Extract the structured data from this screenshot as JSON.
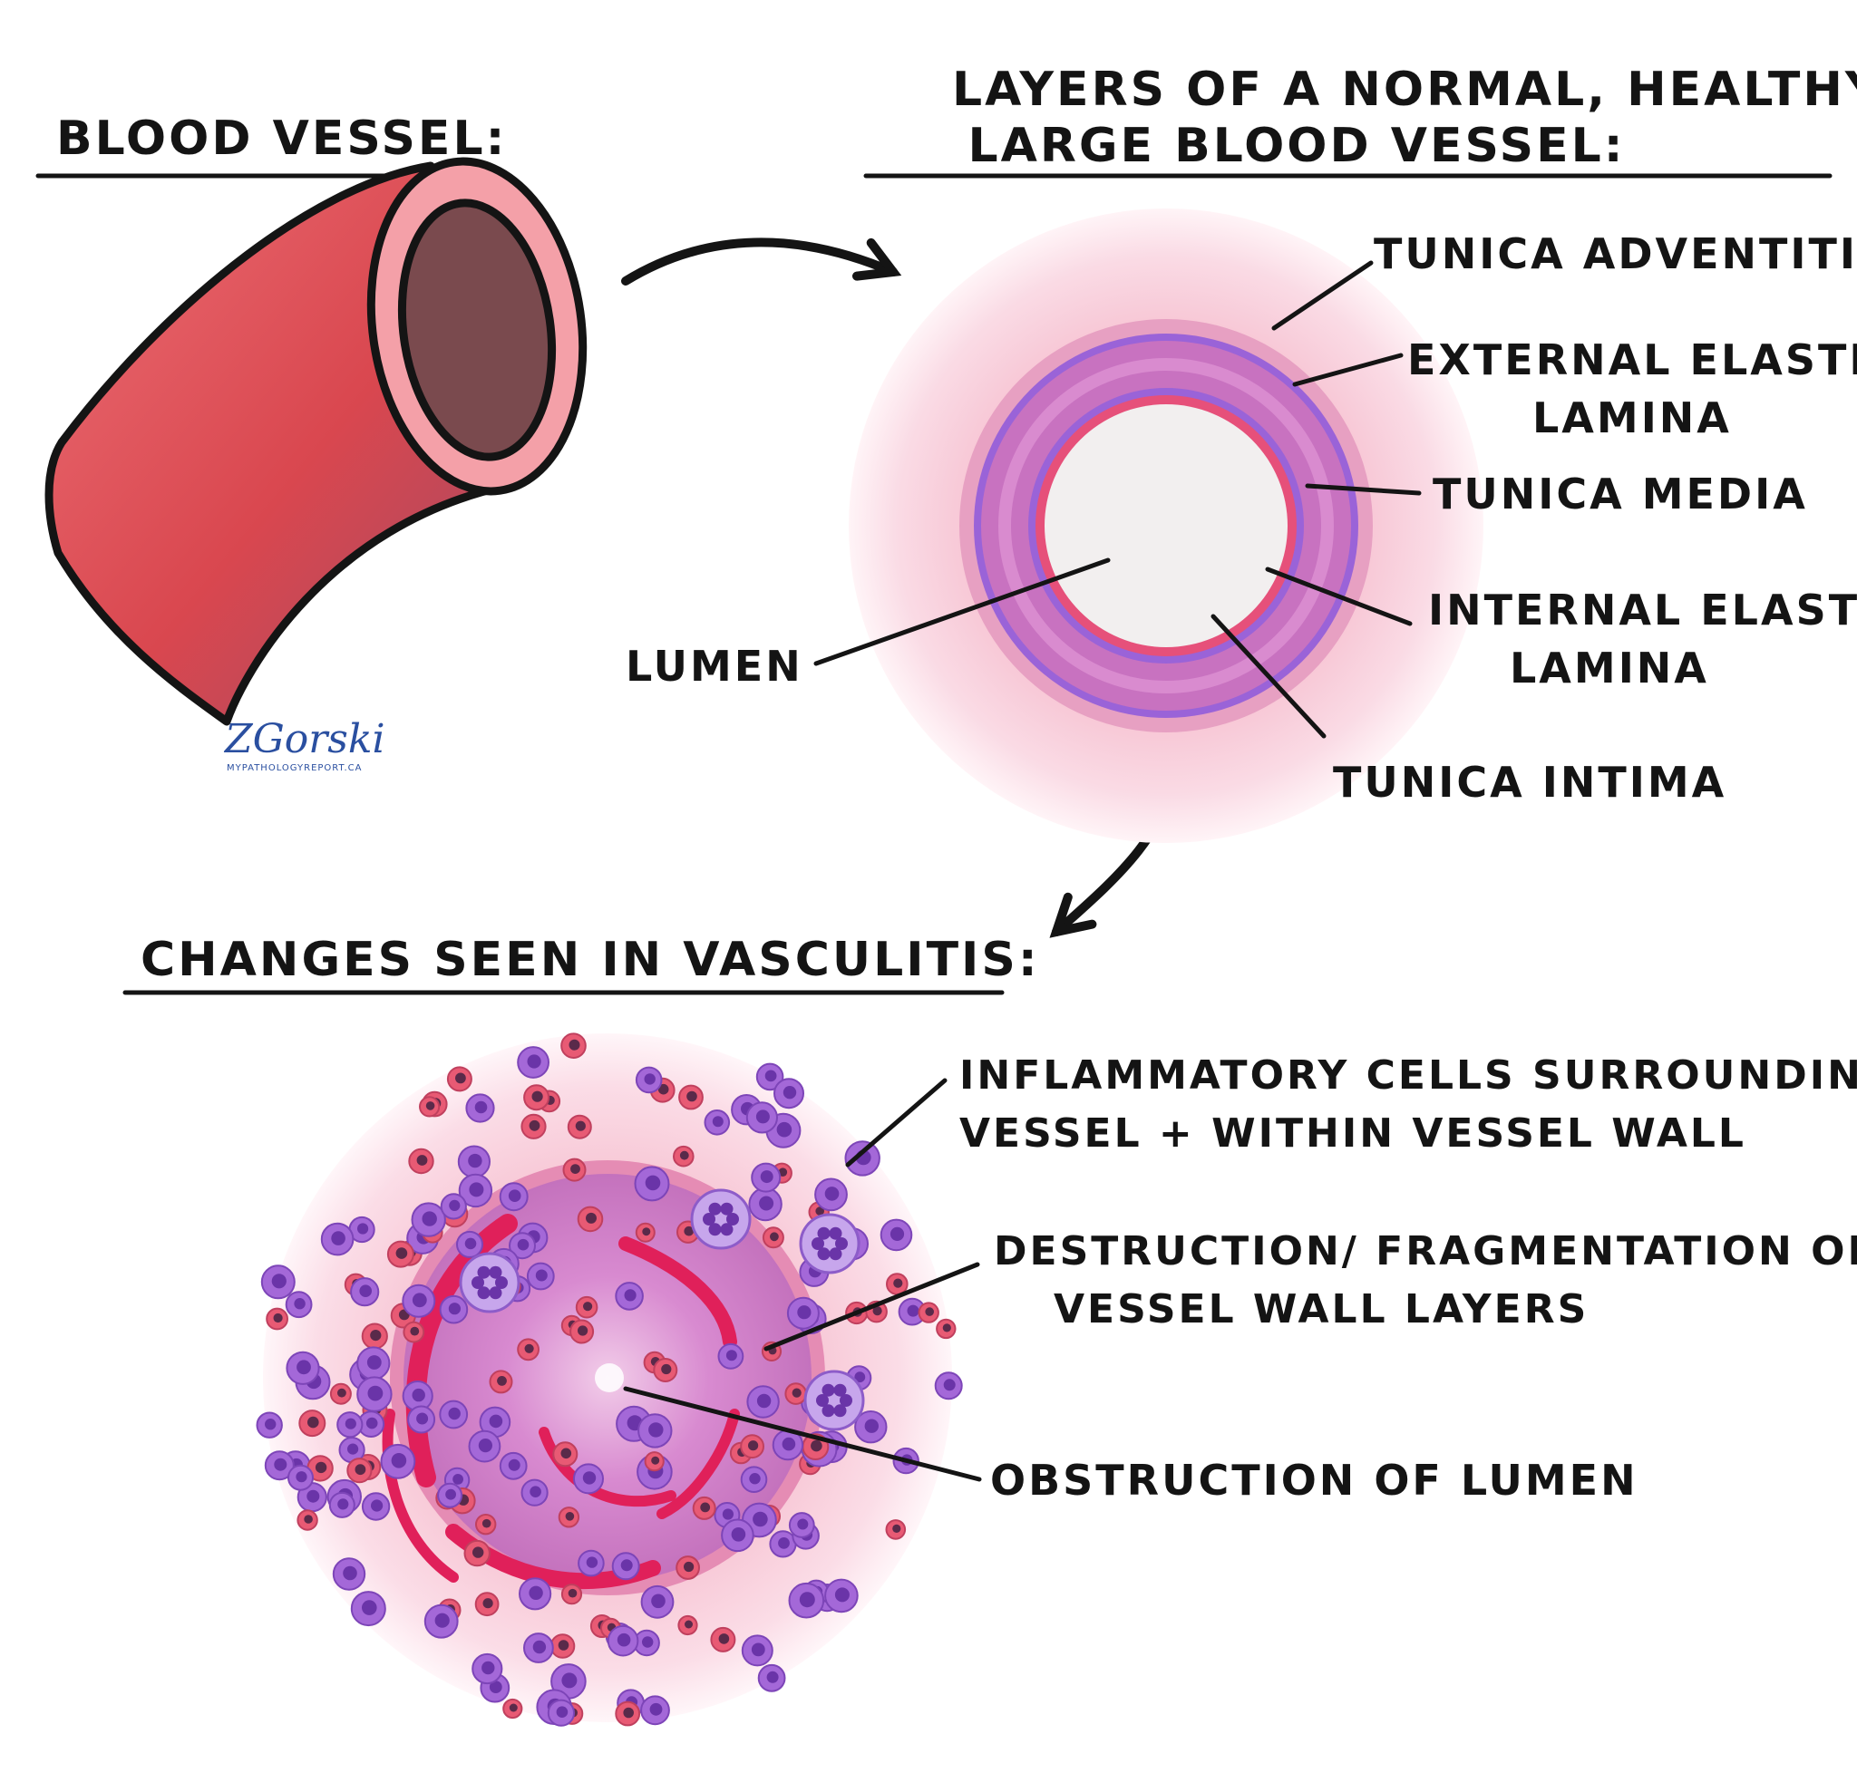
{
  "headings": {
    "blood_vessel": "BLOOD VESSEL:",
    "layers_line1": "LAYERS OF A NORMAL, HEALTHY",
    "layers_line2": "LARGE BLOOD VESSEL:",
    "changes": "CHANGES SEEN IN VASCULITIS:"
  },
  "normal_labels": {
    "adventitia": "TUNICA ADVENTITIA",
    "external_line1": "EXTERNAL ELASTIC",
    "external_line2": "LAMINA",
    "media": "TUNICA MEDIA",
    "internal_line1": "INTERNAL ELASTIC",
    "internal_line2": "LAMINA",
    "intima": "TUNICA INTIMA",
    "lumen": "LUMEN"
  },
  "vasculitis_labels": {
    "inflammatory_line1": "INFLAMMATORY CELLS SURROUNDING",
    "inflammatory_line2": "VESSEL + WITHIN VESSEL WALL",
    "destruction_line1": "DESTRUCTION/ FRAGMENTATION OF",
    "destruction_line2": "VESSEL WALL LAYERS",
    "obstruction": "OBSTRUCTION OF LUMEN"
  },
  "signature": {
    "name": "ZGorski",
    "site": "MYPATHOLOGYREPORT.CA"
  },
  "colors": {
    "vessel_red": "#d84a55",
    "lumen_dark": "#7a4a4e",
    "tissue_pink": "#f5c9d6",
    "media_magenta": "#c872c0",
    "elastic_purple": "#9a63d8",
    "cell_purple": "#a468d8",
    "cell_red": "#e85a74",
    "ink": "#141414"
  }
}
